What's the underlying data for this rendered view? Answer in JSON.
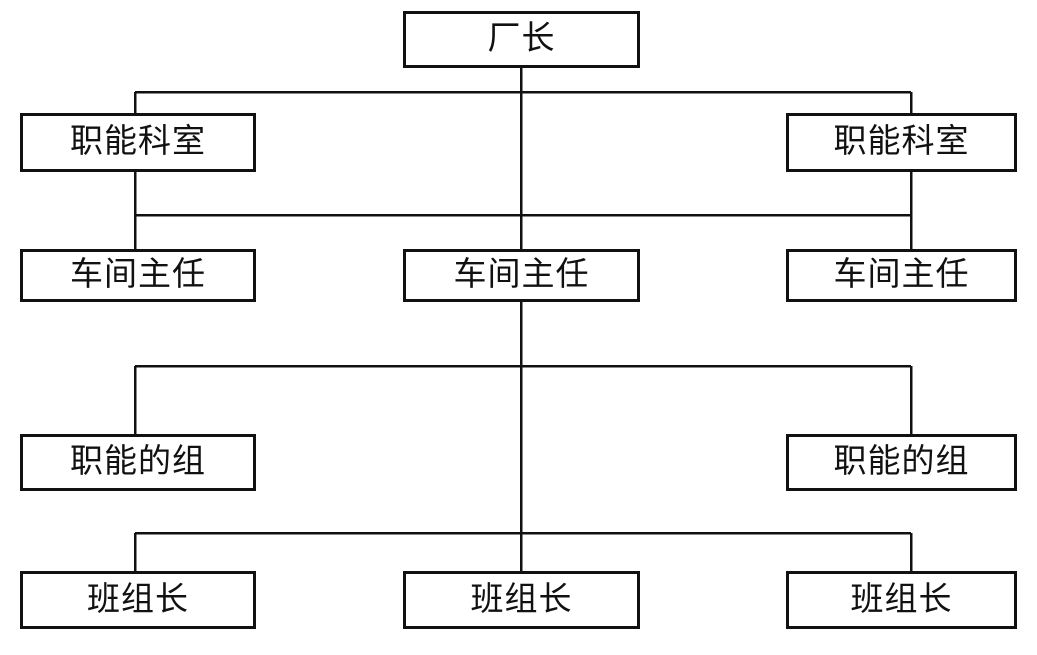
{
  "diagram": {
    "type": "organization-chart",
    "title": "",
    "orientation": "top-down",
    "line_color": "#111111",
    "box_border_color": "#111111",
    "box_fill_color": "#ffffff",
    "background_color": "#ffffff",
    "levels": [
      {
        "level": 1,
        "nodes": [
          {
            "id": "director",
            "label": "厂长",
            "column": "center"
          }
        ]
      },
      {
        "level": 2,
        "nodes": [
          {
            "id": "dept-left",
            "label": "职能科室",
            "column": "left"
          },
          {
            "id": "dept-right",
            "label": "职能科室",
            "column": "right"
          }
        ]
      },
      {
        "level": 3,
        "nodes": [
          {
            "id": "workshop-left",
            "label": "车间主任",
            "column": "left"
          },
          {
            "id": "workshop-center",
            "label": "车间主任",
            "column": "center"
          },
          {
            "id": "workshop-right",
            "label": "车间主任",
            "column": "right"
          }
        ]
      },
      {
        "level": 4,
        "nodes": [
          {
            "id": "group-left",
            "label": "职能的组",
            "column": "left"
          },
          {
            "id": "group-right",
            "label": "职能的组",
            "column": "right"
          }
        ]
      },
      {
        "level": 5,
        "nodes": [
          {
            "id": "team-left",
            "label": "班组长",
            "column": "left"
          },
          {
            "id": "team-center",
            "label": "班组长",
            "column": "center"
          },
          {
            "id": "team-right",
            "label": "班组长",
            "column": "right"
          }
        ]
      }
    ],
    "nodes": {
      "director": "厂长",
      "dept_left": "职能科室",
      "dept_right": "职能科室",
      "workshop_left": "车间主任",
      "workshop_center": "车间主任",
      "workshop_right": "车间主任",
      "group_left": "职能的组",
      "group_right": "职能的组",
      "team_left": "班组长",
      "team_center": "班组长",
      "team_right": "班组长"
    }
  }
}
